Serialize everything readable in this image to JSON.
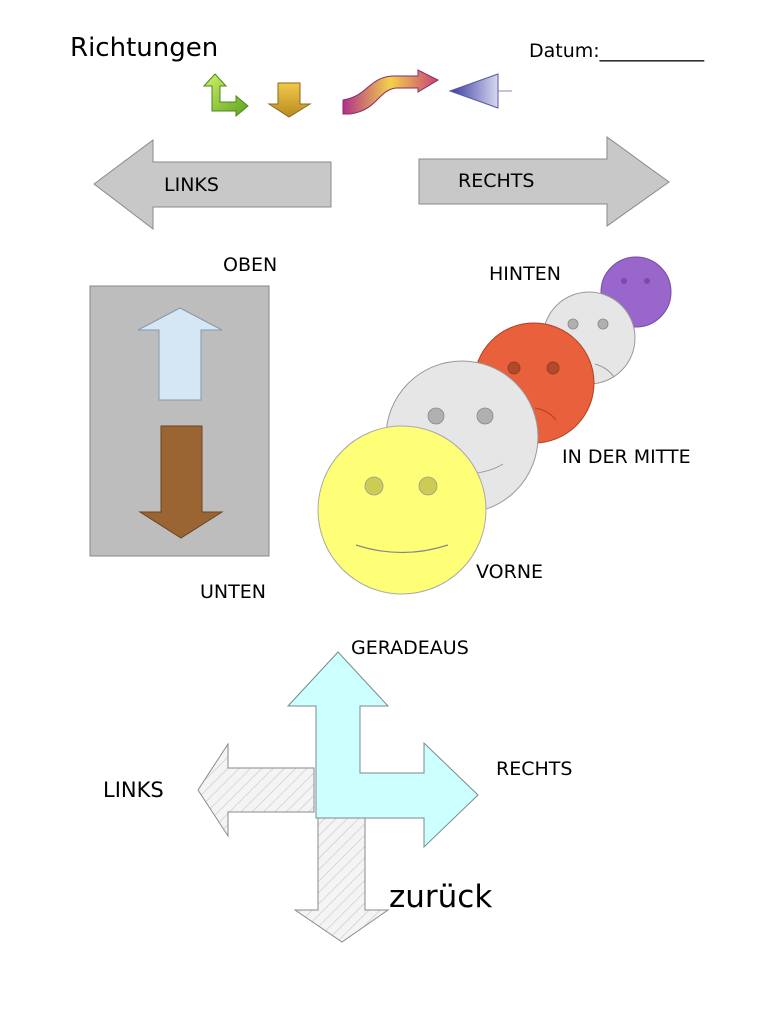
{
  "worksheet": {
    "title": "Richtungen",
    "date_label": "Datum:___________"
  },
  "banner": {
    "left": "LINKS",
    "right": "RECHTS"
  },
  "vertical": {
    "top": "OBEN",
    "bottom": "UNTEN"
  },
  "faces": {
    "back": "HINTEN",
    "middle": "IN DER MITTE",
    "front": "VORNE",
    "colors": [
      "#9966cc",
      "#e6e6e6",
      "#e8603c",
      "#e6e6e6",
      "#ffff77"
    ]
  },
  "cross": {
    "straight": "GERADEAUS",
    "right": "RECHTS",
    "left": "LINKS",
    "back": "zurück"
  },
  "colors": {
    "banner_gray": "#c8c8c8",
    "box_gray": "#bdbdbd",
    "up_arrow": "#d5e6f5",
    "down_arrow": "#9a6533",
    "cross_cyan": "#ccffff"
  }
}
